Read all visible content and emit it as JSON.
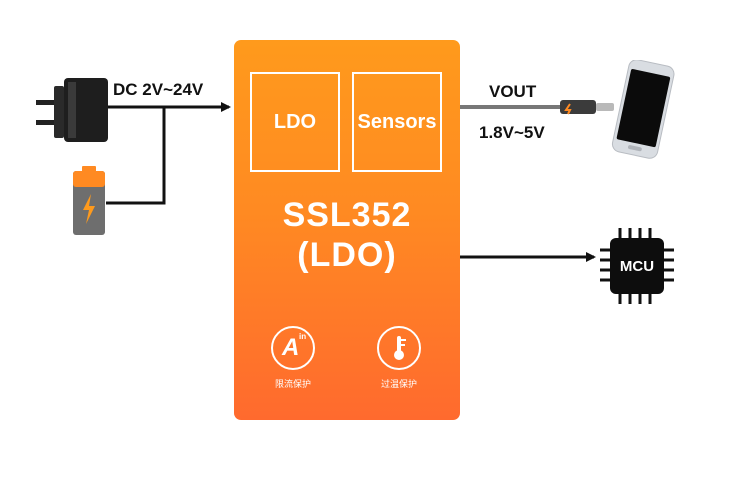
{
  "input": {
    "label": "DC 2V~24V",
    "adapter_icon": "power-adapter-icon",
    "battery_icon": "battery-icon"
  },
  "chip": {
    "block_ldo": "LDO",
    "block_sensors": "Sensors",
    "part_number": "SSL352",
    "part_type": "(LDO)",
    "protections": [
      {
        "icon": "current-limit-icon",
        "glyph": "A",
        "superscript": "in",
        "label": "限流保护"
      },
      {
        "icon": "thermometer-icon",
        "label": "过温保护"
      }
    ]
  },
  "output": {
    "label": "VOUT",
    "range": "1.8V~5V",
    "device_icon": "smartphone-icon",
    "mcu_label": "MCU"
  },
  "colors": {
    "chip_top": "#ff9a1c",
    "chip_bottom": "#ff6a2e",
    "wire": "#111111"
  }
}
